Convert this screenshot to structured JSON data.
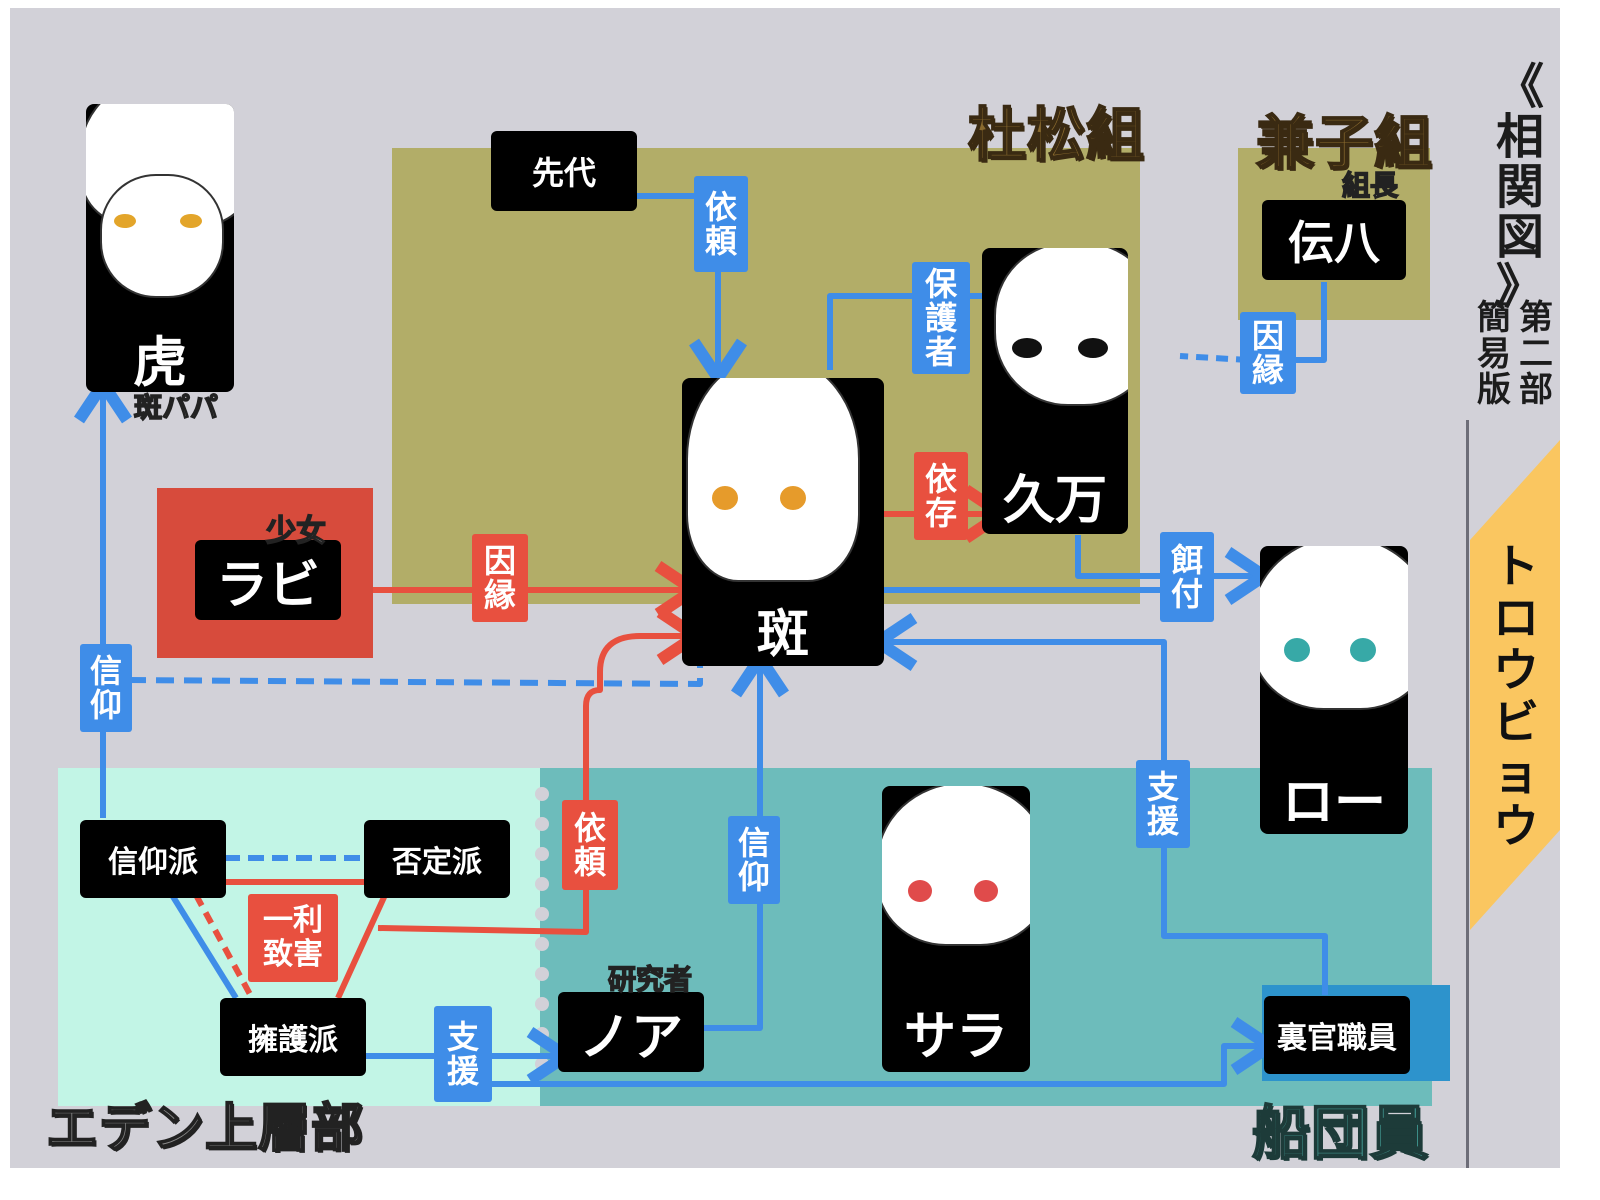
{
  "groups": {
    "morimatsu": "杜松組",
    "kaneko": "兼子組",
    "eden_upper": "エデン上層部",
    "fleet": "船団員"
  },
  "side_title": {
    "main": [
      "《",
      "相",
      "関",
      "図",
      "》"
    ],
    "part_col": [
      "第",
      "二",
      "部"
    ],
    "edition_col": [
      "簡",
      "易",
      "版"
    ]
  },
  "side_banner": [
    "ト",
    "ロ",
    "ウ",
    "ビ",
    "ョ",
    "ウ"
  ],
  "characters": {
    "tora": {
      "name": "虎",
      "sub": "斑パパ"
    },
    "senda": {
      "name": "先代"
    },
    "denpachi": {
      "name": "伝八",
      "sub": "組長"
    },
    "kuman": {
      "name": "久万"
    },
    "madara": {
      "name": "斑"
    },
    "rabi": {
      "name": "ラビ",
      "sub": "少女"
    },
    "ro": {
      "name": "ロー"
    },
    "noa": {
      "name": "ノア",
      "sub": "研究者"
    },
    "sara": {
      "name": "サラ"
    }
  },
  "factions": {
    "shinko": "信仰派",
    "hitei": "否定派",
    "yogo": "擁護派",
    "urakan": "裏官職員"
  },
  "relations": {
    "irai_top": [
      "依",
      "頼"
    ],
    "hogosha": [
      "保",
      "護",
      "者"
    ],
    "inen_kaneko": [
      "因",
      "縁"
    ],
    "izon": [
      "依",
      "存"
    ],
    "inen_rabi": [
      "因",
      "縁"
    ],
    "eduke": [
      "餌",
      "付"
    ],
    "shinko_left": [
      "信",
      "仰"
    ],
    "irai_bottom": [
      "依",
      "頼"
    ],
    "shinko_noa": [
      "信",
      "仰"
    ],
    "shien_right": [
      "支",
      "援"
    ],
    "shien_bottom": [
      "支",
      "援"
    ],
    "ichiri": [
      "一利",
      "致害"
    ]
  },
  "colors": {
    "background": "#d2d1d8",
    "morimatsu_zone": "#b2ad68",
    "kaneko_zone": "#b2ad68",
    "rabi_zone": "#d74b3c",
    "eden_zone": "#c2f5e6",
    "fleet_zone": "#6dbcbb",
    "urakan_zone": "#2d93cc",
    "banner": "#fac660",
    "blue_line": "#3f8de8",
    "red_line": "#e8503f"
  }
}
